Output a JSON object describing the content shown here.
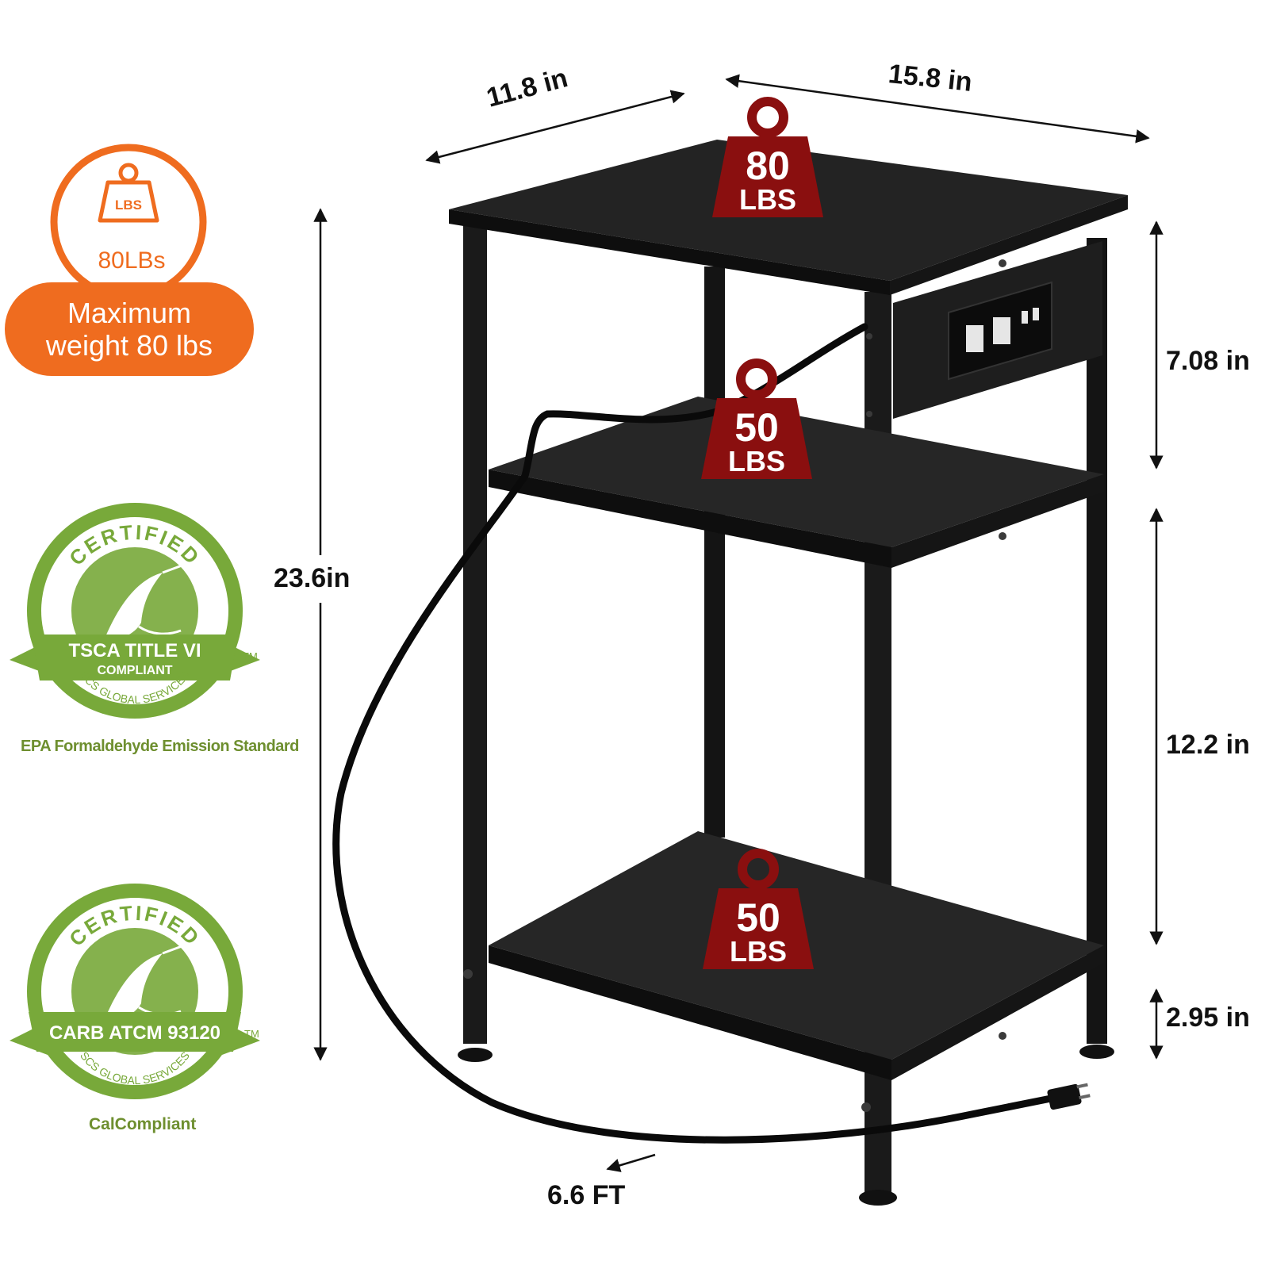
{
  "weight_badge": {
    "icon_label": "LBS",
    "capacity_text": "80LBs",
    "pill_line1": "Maximum",
    "pill_line2": "weight 80 lbs",
    "color": "#ef6c1f"
  },
  "certifications": [
    {
      "arc_text": "CERTIFIED",
      "banner_line1": "TSCA TITLE VI",
      "banner_line2": "COMPLIANT",
      "ring_text": "SCS GLOBAL SERVICES",
      "tm": "TM",
      "caption": "EPA Formaldehyde Emission Standard"
    },
    {
      "arc_text": "CERTIFIED",
      "banner_line1": "CARB ATCM 93120",
      "banner_line2": "",
      "ring_text": "SCS GLOBAL SERVICES",
      "tm": "TM",
      "caption": "CalCompliant"
    }
  ],
  "cert_color": "#78a93a",
  "dimensions": {
    "depth": "11.8 in",
    "width": "15.8 in",
    "height": "23.6in",
    "top_gap": "7.08 in",
    "middle_gap": "12.2 in",
    "bottom_gap": "2.95 in",
    "cord": "6.6 FT"
  },
  "loads": [
    {
      "value": "80",
      "unit": "LBS"
    },
    {
      "value": "50",
      "unit": "LBS"
    },
    {
      "value": "50",
      "unit": "LBS"
    }
  ],
  "load_color": "#8a0f0f",
  "table_color": "#1c1c1c"
}
